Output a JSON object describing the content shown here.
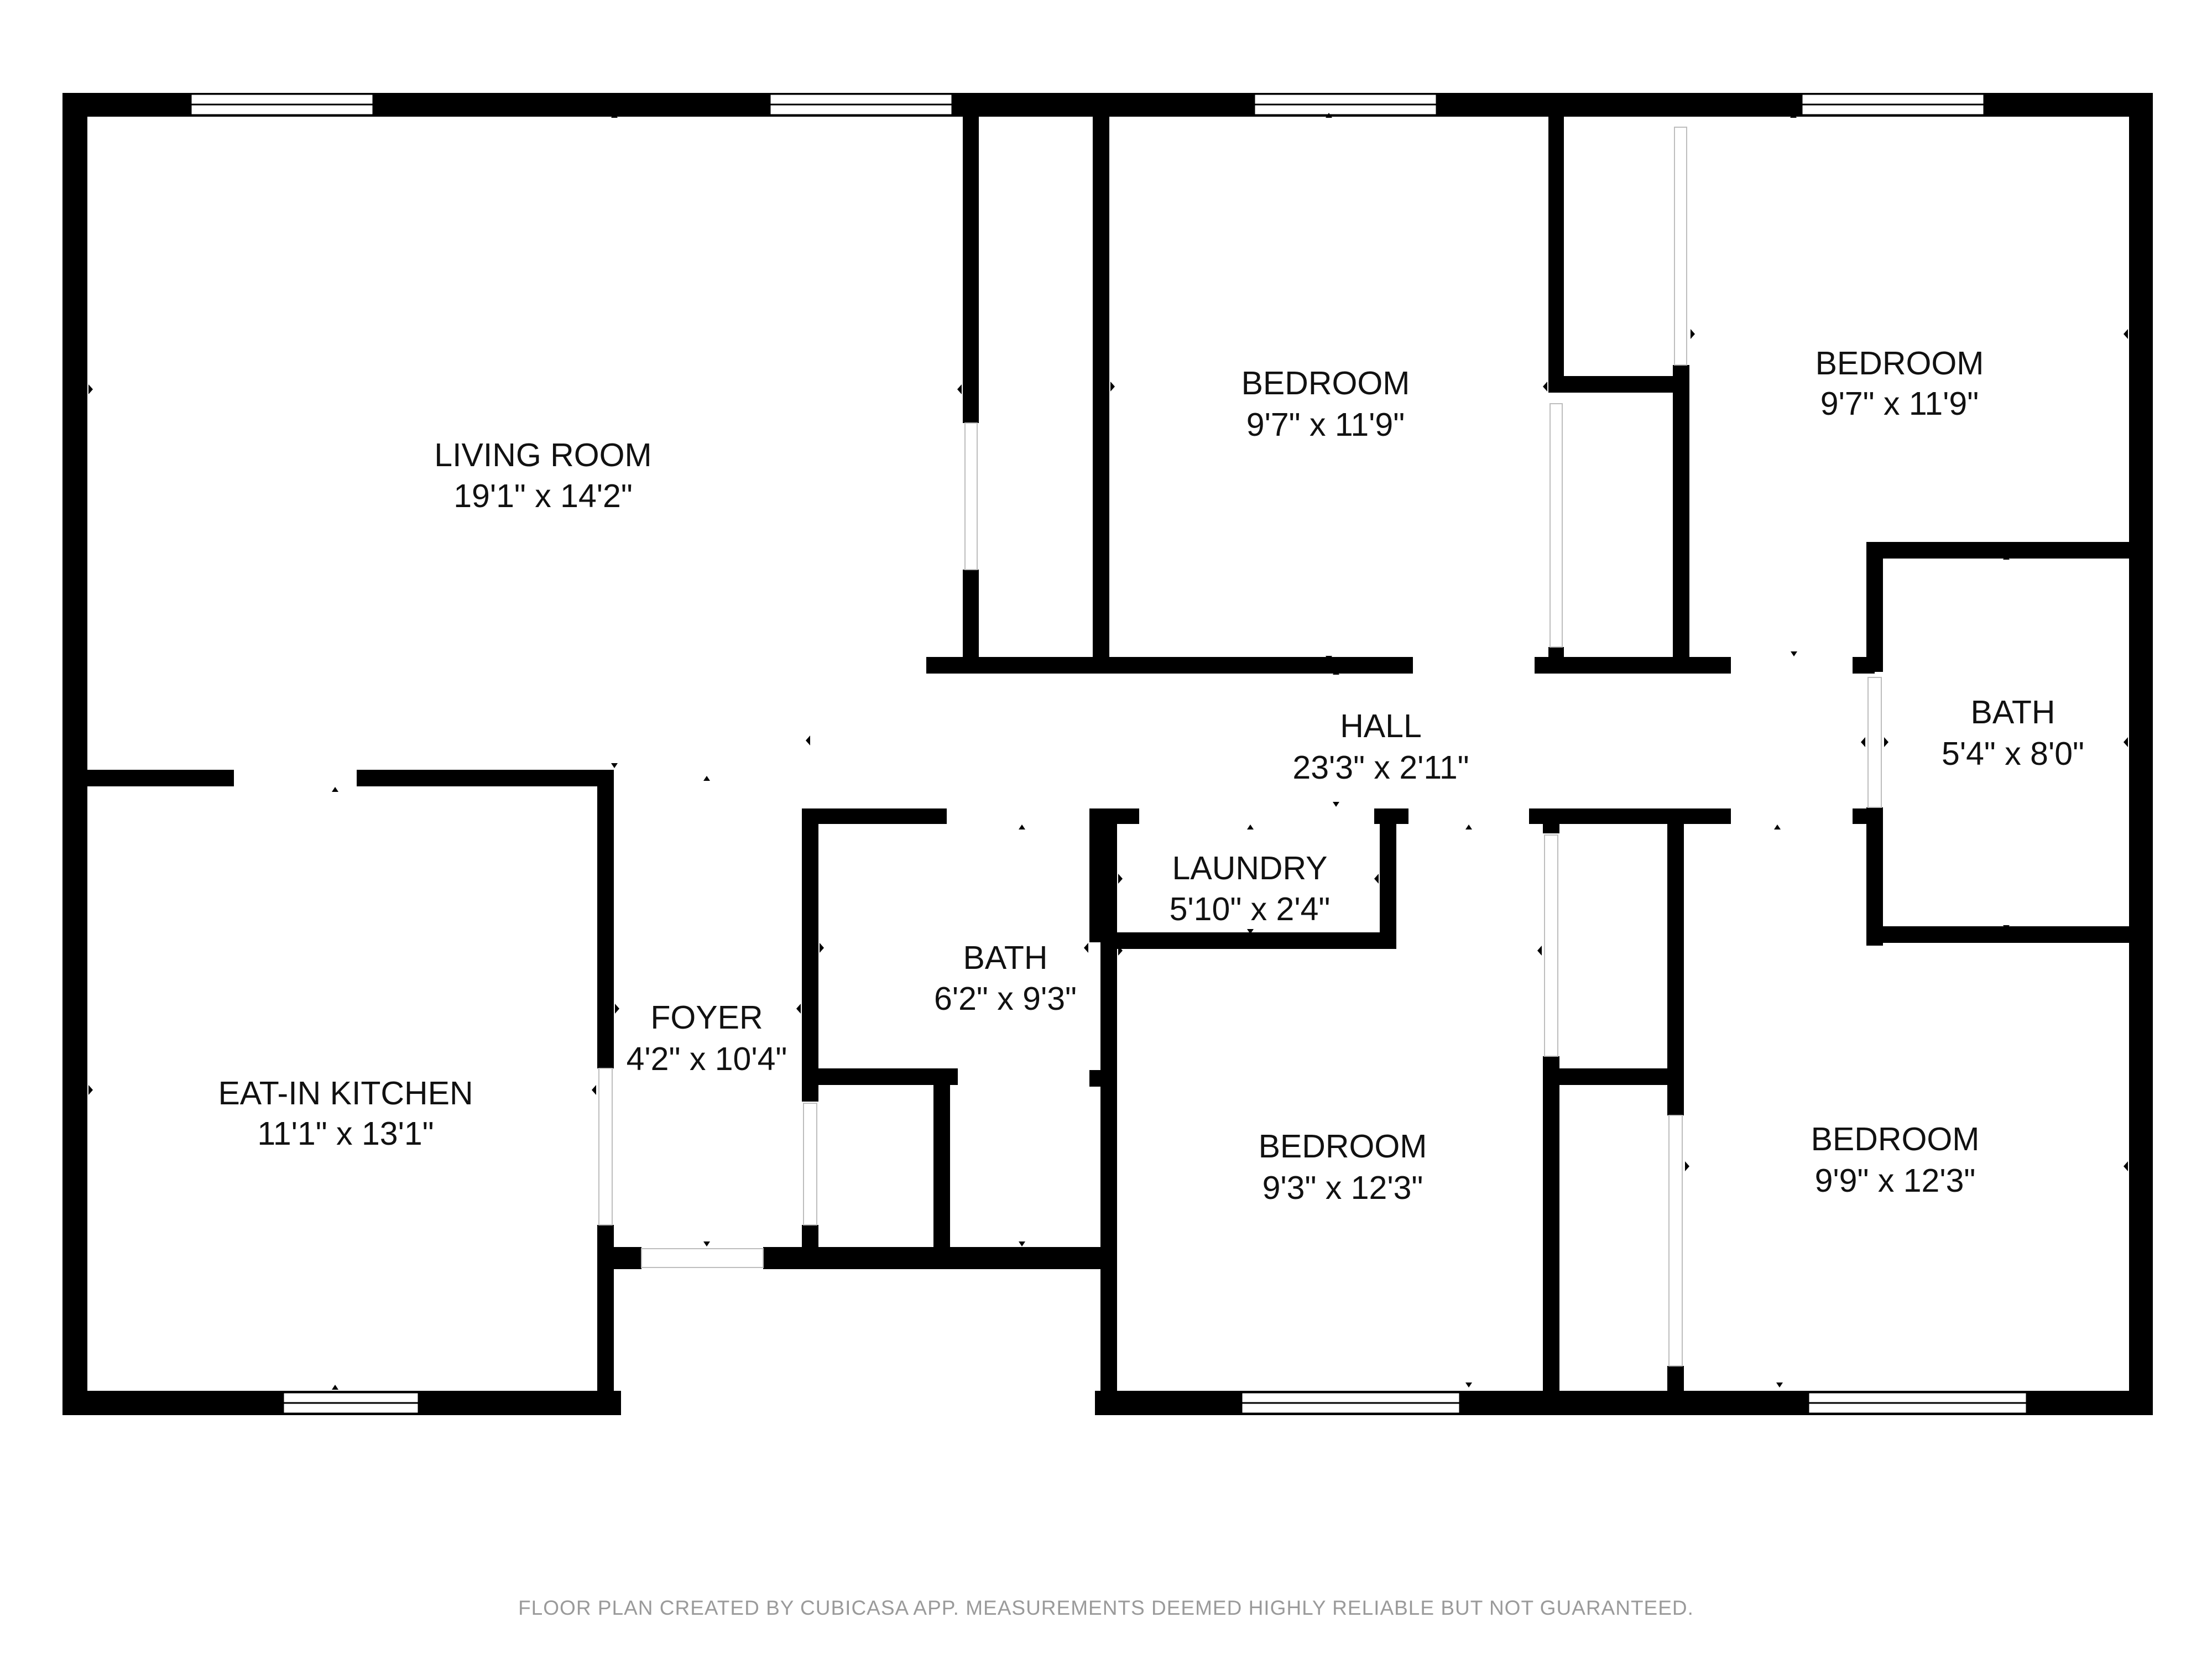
{
  "rooms": {
    "living_room": {
      "name": "LIVING ROOM",
      "dims": "19'1\" x 14'2\""
    },
    "bedroom_1": {
      "name": "BEDROOM",
      "dims": "9'7\" x 11'9\""
    },
    "bedroom_2": {
      "name": "BEDROOM",
      "dims": "9'7\" x 11'9\""
    },
    "hall": {
      "name": "HALL",
      "dims": "23'3\" x 2'11\""
    },
    "bath_1": {
      "name": "BATH",
      "dims": "5'4\" x 8'0\""
    },
    "laundry": {
      "name": "LAUNDRY",
      "dims": "5'10\" x 2'4\""
    },
    "bath_2": {
      "name": "BATH",
      "dims": "6'2\" x 9'3\""
    },
    "foyer": {
      "name": "FOYER",
      "dims": "4'2\" x 10'4\""
    },
    "kitchen": {
      "name": "EAT-IN KITCHEN",
      "dims": "11'1\" x 13'1\""
    },
    "bedroom_3": {
      "name": "BEDROOM",
      "dims": "9'3\" x 12'3\""
    },
    "bedroom_4": {
      "name": "BEDROOM",
      "dims": "9'9\" x 12'3\""
    }
  },
  "footer": "FLOOR PLAN CREATED BY CUBICASA APP. MEASUREMENTS DEEMED HIGHLY RELIABLE BUT NOT GUARANTEED."
}
